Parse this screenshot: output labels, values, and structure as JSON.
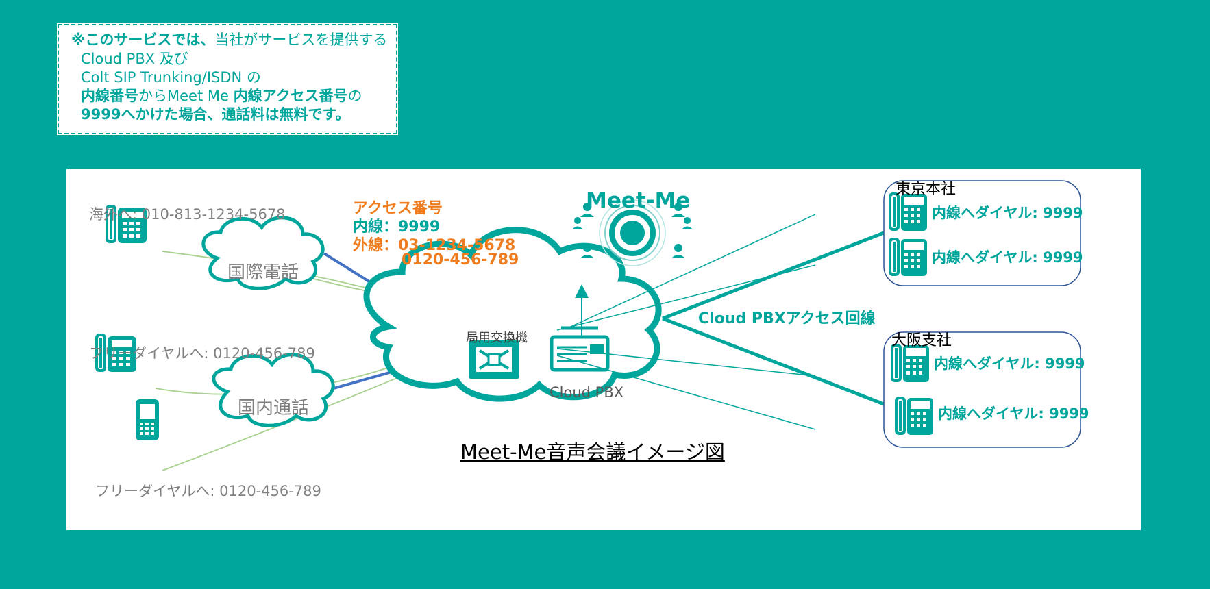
{
  "note": {
    "line1_mark": "※",
    "line1_bold": "このサービスでは、",
    "line1_rest": "当社がサービスを提供する",
    "line2": "Cloud PBX  及び",
    "line3": "Colt SIP Trunking/ISDN  の",
    "line4_bold1": "内線番号",
    "line4_mid": "からMeet Me ",
    "line4_bold2": "内線アクセス番号",
    "line4_end": "の",
    "line5": "9999へかけた場合、通話料は無料です。"
  },
  "callers": {
    "overseas": "海外へ: 010-813-1234-5678",
    "freedial1": "フリーダイヤルへ: 0120-456-789",
    "freedial2": "フリーダイヤルへ: 0120-456-789"
  },
  "clouds": {
    "international": "国際電話",
    "domestic": "国内通話",
    "exchange": "局用交換機",
    "cloud_pbx": "Cloud PBX"
  },
  "access": {
    "title": "アクセス番号",
    "internal": "内線：9999",
    "external": "外線：03-1234-5678",
    "external2": "0120-456-789"
  },
  "meetme": {
    "title": "Meet-Me"
  },
  "line_label": "Cloud PBXアクセス回線",
  "offices": {
    "tokyo": {
      "name": "東京本社",
      "phones": [
        "内線へダイヤル: 9999",
        "内線へダイヤル: 9999"
      ]
    },
    "osaka": {
      "name": "大阪支社",
      "phones": [
        "内線へダイヤル: 9999",
        "内線へダイヤル: 9999"
      ]
    }
  },
  "caption": "Meet-Me音声会議イメージ図",
  "colors": {
    "background": "#00a69c",
    "accent": "#00a69c",
    "orange": "#ef7d1f",
    "blue_link": "#4472c4",
    "light_green": "#a9d18e"
  }
}
